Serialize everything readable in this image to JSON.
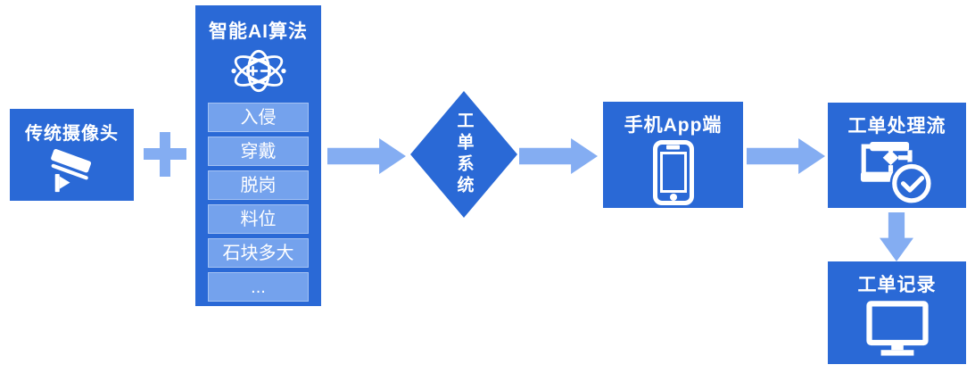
{
  "colors": {
    "primary": "#2a69d6",
    "light": "#84adf2",
    "item": "#74a2ed"
  },
  "nodes": {
    "camera": {
      "title": "传统摄像头"
    },
    "ai": {
      "title": "智能AI算法",
      "items": [
        "入侵",
        "穿戴",
        "脱岗",
        "料位",
        "石块多大",
        "..."
      ]
    },
    "diamond": {
      "title": "工单系统"
    },
    "app": {
      "title": "手机App端"
    },
    "flow": {
      "title": "工单处理流"
    },
    "record": {
      "title": "工单记录"
    }
  }
}
